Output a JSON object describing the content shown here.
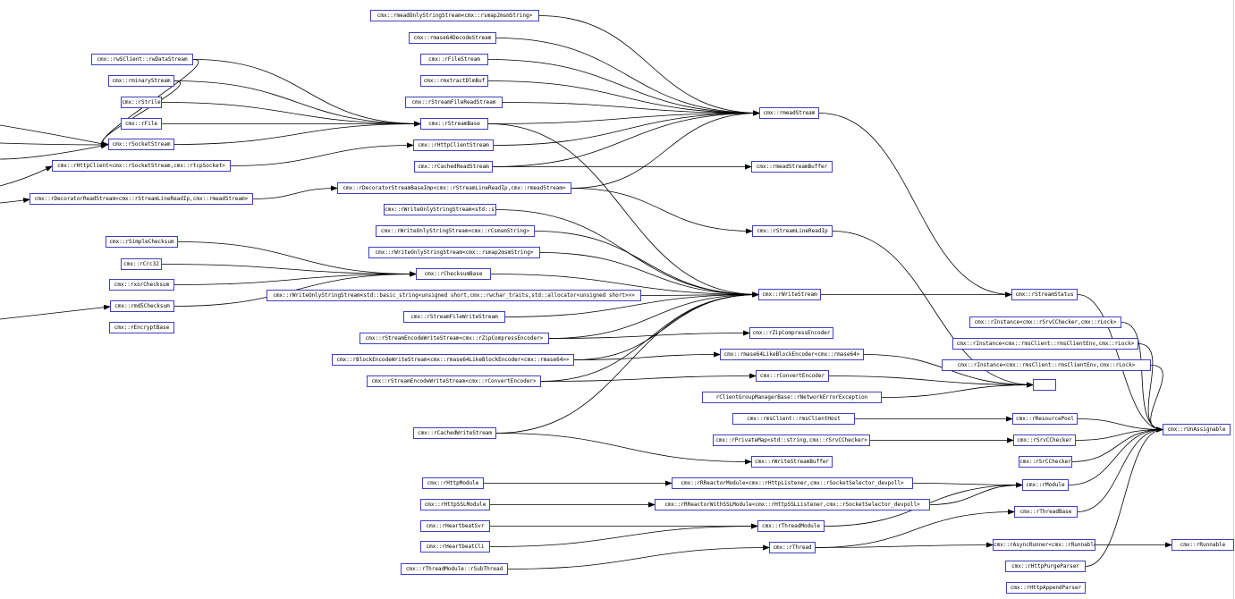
{
  "diagram": {
    "edge_color": "#000000",
    "node_border_color": "#3f3fbf",
    "nodes": [
      {
        "id": "n1",
        "label": "cmx::rmeadOnlyStringStream<cmx::rsmap2msmString>"
      },
      {
        "id": "n2",
        "label": "cmx::rmase64DecodeStream"
      },
      {
        "id": "n3",
        "label": "cmx::rFileStream"
      },
      {
        "id": "n4",
        "label": "cmx::rmxtractDlmBuf"
      },
      {
        "id": "n5",
        "label": "cmx::rStreamFileReadStream"
      },
      {
        "id": "n6",
        "label": "cmx::rmeadStream"
      },
      {
        "id": "n7",
        "label": "cmx::rHttpClientStream"
      },
      {
        "id": "n8",
        "label": "cmx::rCachedReadStream"
      },
      {
        "id": "n9",
        "label": "cmx::rmeadStreamBuffer"
      },
      {
        "id": "n10",
        "label": "cmx::rwSClient::rwDataStream"
      },
      {
        "id": "n11",
        "label": "cmx::rminaryStream"
      },
      {
        "id": "n12",
        "label": "cmx::rStrile"
      },
      {
        "id": "n13",
        "label": "cmx::rFile"
      },
      {
        "id": "n14",
        "label": "cmx::rStreamBase"
      },
      {
        "id": "n15",
        "label": "cmx::rSocketStream"
      },
      {
        "id": "n16",
        "label": "cmx::rHttpClient<cmx::rSocketStream,cmx::rtcpSocket>"
      },
      {
        "id": "n17",
        "label": "cmx::rDecoratorReadStream<cmx::rStreamLineReadIp,cmx::rmeadStream>"
      },
      {
        "id": "n18",
        "label": "cmx::rDecoratorStreamBaseImp<cmx::rStreamLineReadIp,cmx::rmeadStream>"
      },
      {
        "id": "n19",
        "label": "cmx::rWriteOnlyStringStream<std::string>"
      },
      {
        "id": "n20",
        "label": "cmx::rStreamLineReadIp"
      },
      {
        "id": "n21",
        "label": "cmx::rWriteOnlyStringStream<cmx::rCsmsmString>"
      },
      {
        "id": "n22",
        "label": "cmx::rWriteOnlyStringStream<cmx::rsmap2msmString>"
      },
      {
        "id": "n23",
        "label": "cmx::rSimpleChecksum"
      },
      {
        "id": "n24",
        "label": "cmx::rCrc32"
      },
      {
        "id": "n25",
        "label": "cmx::rxorChecksum"
      },
      {
        "id": "n26",
        "label": "cmx::rmd5Checksum"
      },
      {
        "id": "n27",
        "label": "cmx::rEncryptBase"
      },
      {
        "id": "n28",
        "label": "cmx::rChecksumBase"
      },
      {
        "id": "n29",
        "label": "cmx::rWriteOnlyStringStream<std::basic_string<unsigned short,cmx::rwchar_traits,std::allocator<unsigned short>>>"
      },
      {
        "id": "n30",
        "label": "cmx::rWriteStream"
      },
      {
        "id": "n31",
        "label": "cmx::rStreamStatus"
      },
      {
        "id": "n32",
        "label": "cmx::rStreamFileWriteStream"
      },
      {
        "id": "n33",
        "label": "cmx::rStreamEncodeWriteStream<cmx::rZipCompressEncoder>"
      },
      {
        "id": "n34",
        "label": "cmx::rZipCompressEncoder"
      },
      {
        "id": "n35",
        "label": "cmx::rInstance<cmx::rSrvCChecker,cmx::rLock>"
      },
      {
        "id": "n36",
        "label": "cmx::rInstance<cmx::rmsClient::rmsClientEnv,cmx::rLock>"
      },
      {
        "id": "n37",
        "label": "cmx::rInstance<cmx::rmsClient::rmsClientEnv,cmx::rLock>"
      },
      {
        "id": "n38",
        "label": "cmx::rBlockEncodeWriteStream<cmx::rmase64LikeBlockEncoder<cmx::rmase64>>"
      },
      {
        "id": "n39",
        "label": "cmx::rmase64LikeBlockEncoder<cmx::rmase64>"
      },
      {
        "id": "n40",
        "label": "cmx::rStreamEncodeWriteStream<cmx::rConvertEncoder>"
      },
      {
        "id": "n41",
        "label": "cmx::rConvertEncoder"
      },
      {
        "id": "n42",
        "label": "rClientGroupManagerBase::rNetworkErrorException"
      },
      {
        "id": "n43",
        "label": ""
      },
      {
        "id": "n44",
        "label": "cmx::rmsClient::rmsClientHost"
      },
      {
        "id": "n45",
        "label": "cmx::rResourcePool"
      },
      {
        "id": "n46",
        "label": "cmx::rPrivateMap<std::string,cmx::rSrvCChecker>"
      },
      {
        "id": "n47",
        "label": "cmx::rSrvCChecker"
      },
      {
        "id": "n48",
        "label": "cmx::rCachedWriteStream"
      },
      {
        "id": "n49",
        "label": "cmx::rWriteStreamBuffer"
      },
      {
        "id": "n50",
        "label": "cmx::rUnAssignable"
      },
      {
        "id": "n51",
        "label": "cmx::rSrCChecker"
      },
      {
        "id": "n52",
        "label": "cmx::rHttpModule"
      },
      {
        "id": "n53",
        "label": "cmx::rRReactorModule<cmx::rHttpListener,cmx::rSocketSelector_devpoll>"
      },
      {
        "id": "n54",
        "label": "cmx::rModule"
      },
      {
        "id": "n55",
        "label": "cmx::rHttpSSLModule"
      },
      {
        "id": "n56",
        "label": "cmx::rRReactorWithSSLModule<cmx::rHttpSSLListener,cmx::rSocketSelector_devpoll>"
      },
      {
        "id": "n57",
        "label": "cmx::rThreadBase"
      },
      {
        "id": "n58",
        "label": "cmx::rHeartbeatSvr"
      },
      {
        "id": "n59",
        "label": "cmx::rThreadModule"
      },
      {
        "id": "n60",
        "label": "cmx::rHeartbeatCli"
      },
      {
        "id": "n61",
        "label": "cmx::rThread"
      },
      {
        "id": "n62",
        "label": "cmx::rAsyncRunner<cmx::rRunnable>"
      },
      {
        "id": "n63",
        "label": "cmx::rRunnable"
      },
      {
        "id": "n64",
        "label": "cmx::rThreadModule::rSubThread"
      },
      {
        "id": "n65",
        "label": "cmx::rHttpPurgeParser"
      },
      {
        "id": "n66",
        "label": "cmx::rHttpAppendParser"
      }
    ],
    "edges": [
      [
        "n1",
        "n6"
      ],
      [
        "n2",
        "n6"
      ],
      [
        "n3",
        "n6"
      ],
      [
        "n4",
        "n6"
      ],
      [
        "n5",
        "n6"
      ],
      [
        "n7",
        "n6"
      ],
      [
        "n8",
        "n6"
      ],
      [
        "n8",
        "n9"
      ],
      [
        "n10",
        "n14"
      ],
      [
        "n11",
        "n14"
      ],
      [
        "n12",
        "n14"
      ],
      [
        "n13",
        "n14"
      ],
      [
        "n15",
        "n14"
      ],
      [
        "n16",
        "n7"
      ],
      [
        "n14",
        "n6"
      ],
      [
        "n14",
        "n30"
      ],
      [
        "n10",
        "n15"
      ],
      [
        "n11",
        "n15"
      ],
      [
        "n17",
        "n18"
      ],
      [
        "n18",
        "n6"
      ],
      [
        "n18",
        "n20"
      ],
      [
        "n20",
        "n43"
      ],
      [
        "n19",
        "n30"
      ],
      [
        "n21",
        "n30"
      ],
      [
        "n22",
        "n30"
      ],
      [
        "n29",
        "n30"
      ],
      [
        "n32",
        "n30"
      ],
      [
        "n33",
        "n30"
      ],
      [
        "n33",
        "n34"
      ],
      [
        "n38",
        "n30"
      ],
      [
        "n38",
        "n39"
      ],
      [
        "n40",
        "n30"
      ],
      [
        "n40",
        "n41"
      ],
      [
        "n48",
        "n30"
      ],
      [
        "n48",
        "n49"
      ],
      [
        "n23",
        "n28"
      ],
      [
        "n24",
        "n28"
      ],
      [
        "n25",
        "n28"
      ],
      [
        "n26",
        "n28"
      ],
      [
        "n28",
        "n30"
      ],
      [
        "n30",
        "n31"
      ],
      [
        "n6",
        "n31"
      ],
      [
        "n31",
        "n50"
      ],
      [
        "n35",
        "n50"
      ],
      [
        "n36",
        "n50"
      ],
      [
        "n37",
        "n50"
      ],
      [
        "n39",
        "n43"
      ],
      [
        "n41",
        "n43"
      ],
      [
        "n42",
        "n43"
      ],
      [
        "n44",
        "n45"
      ],
      [
        "n45",
        "n50"
      ],
      [
        "n46",
        "n47"
      ],
      [
        "n47",
        "n50"
      ],
      [
        "n51",
        "n50"
      ],
      [
        "n52",
        "n53"
      ],
      [
        "n53",
        "n54"
      ],
      [
        "n55",
        "n56"
      ],
      [
        "n56",
        "n54"
      ],
      [
        "n54",
        "n50"
      ],
      [
        "n58",
        "n59"
      ],
      [
        "n59",
        "n54"
      ],
      [
        "n60",
        "n59"
      ],
      [
        "n64",
        "n61"
      ],
      [
        "n61",
        "n57"
      ],
      [
        "n61",
        "n62"
      ],
      [
        "n62",
        "n63"
      ],
      [
        "n57",
        "n50"
      ],
      [
        "n65",
        "n50"
      ]
    ]
  }
}
